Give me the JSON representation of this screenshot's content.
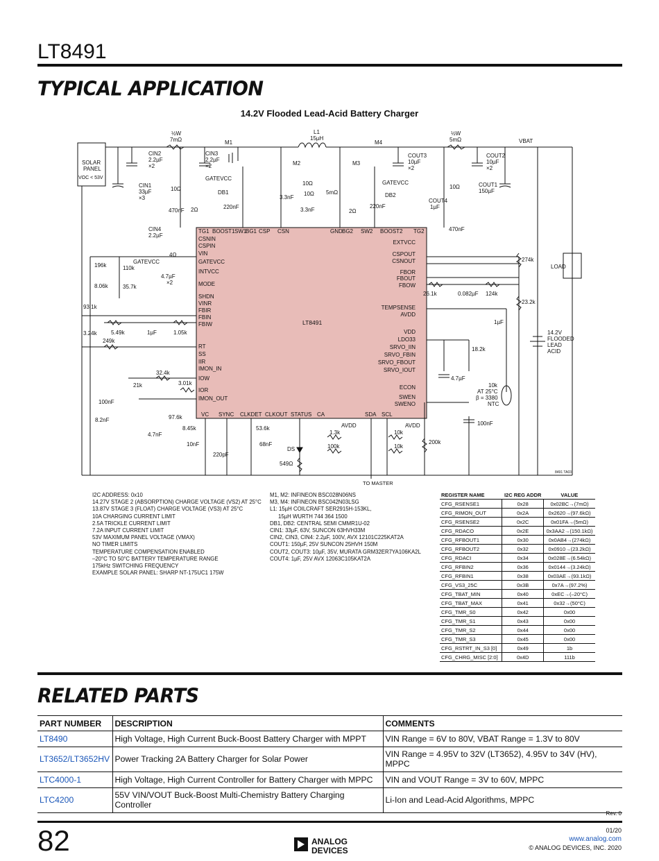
{
  "header": {
    "part": "LT8491"
  },
  "section_typical": "TYPICAL APPLICATION",
  "schematic": {
    "title": "14.2V Flooded Lead-Acid Battery Charger",
    "ic_name": "LT8491",
    "fig_id": "8491 TA03",
    "left_pins": [
      "TG1",
      "BOOST1",
      "SW1",
      "BG1",
      "CSP",
      "CSN",
      "CSNIN",
      "CSPIN",
      "VIN",
      "GATEVCC",
      "INTVCC",
      "MODE",
      "SHDN",
      "VINR",
      "FBIR",
      "FBIN",
      "FBIW",
      "RT",
      "SS",
      "IIR",
      "IMON_IN",
      "IOW",
      "IOR",
      "IMON_OUT"
    ],
    "right_pins": [
      "GND",
      "BG2",
      "SW2",
      "BOOST2",
      "TG2",
      "EXTVCC",
      "CSPOUT",
      "CSNOUT",
      "FBOR",
      "FBOUT",
      "FBOW",
      "TEMPSENSE",
      "AVDD",
      "VDD",
      "LDO33",
      "SRVO_IIN",
      "SRVO_FBIN",
      "SRVO_FBOUT",
      "SRVO_IOUT",
      "ECON",
      "SWEN",
      "SWENO"
    ],
    "bottom_pins": [
      "VC",
      "SYNC",
      "CLKDET",
      "CLKOUT",
      "STATUS",
      "CA",
      "SDA",
      "SCL"
    ],
    "labels": {
      "solar": [
        "SOLAR",
        "PANEL",
        "VOC < 53V"
      ],
      "r_in": [
        "½W",
        "7mΩ"
      ],
      "m1": "M1",
      "m2": "M2",
      "m3": "M3",
      "m4": "M4",
      "l1": [
        "L1",
        "15µH"
      ],
      "r_out": [
        "½W",
        "5mΩ"
      ],
      "vbat": "VBAT",
      "cin2": [
        "CIN2",
        "2.2µF",
        "×2"
      ],
      "cin1": [
        "CIN1",
        "33µF",
        "×3"
      ],
      "cin3": [
        "CIN3",
        "2.2µF",
        "×2"
      ],
      "cin4": [
        "CIN4",
        "2.2µF"
      ],
      "cout3": [
        "COUT3",
        "10µF",
        "×2"
      ],
      "cout2": [
        "COUT2",
        "10µF",
        "×2"
      ],
      "cout1": [
        "COUT1",
        "150µF"
      ],
      "cout4": [
        "COUT4",
        "1µF"
      ],
      "gatevcc": "GATEVCC",
      "db1": "DB1",
      "db2": "DB2",
      "load": "LOAD",
      "battery": [
        "14.2V",
        "FLOODED",
        "LEAD",
        "ACID"
      ],
      "ntc": [
        "10k",
        "AT 25°C",
        "β = 3380",
        "NTC"
      ],
      "to_master": "TO MASTER",
      "ds": "DS",
      "avdd": "AVDD"
    },
    "values": [
      "10Ω",
      "470nF",
      "2Ω",
      "220nF",
      "10Ω",
      "3.3nF",
      "10Ω",
      "3.3nF",
      "5mΩ",
      "2Ω",
      "220nF",
      "10Ω",
      "470nF",
      "4Ω",
      "196k",
      "110k",
      "8.06k",
      "35.7k",
      "4.7µF",
      "×2",
      "93.1k",
      "5.49k",
      "1µF",
      "1.05k",
      "3.24k",
      "249k",
      "32.4k",
      "3.01k",
      "21k",
      "100nF",
      "8.2nF",
      "97.6k",
      "4.7nF",
      "8.45k",
      "10nF",
      "220pF",
      "53.6k",
      "68nF",
      "1.3k",
      "100k",
      "549Ω",
      "10k",
      "10k",
      "200k",
      "274k",
      "26.1k",
      "0.082µF",
      "124k",
      "23.2k",
      "1µF",
      "18.2k",
      "4.7µF",
      "100nF"
    ]
  },
  "notes_left": [
    "I2C ADDRESS: 0x10",
    "14.27V STAGE 2 (ABSORPTION) CHARGE VOLTAGE (VS2) AT 25°C",
    "13.87V STAGE 3 (FLOAT) CHARGE VOLTAGE (VS3) AT 25°C",
    "10A CHARGING CURRENT LIMIT",
    "2.5A TRICKLE CURRENT LIMIT",
    "7.2A INPUT CURRENT LIMIT",
    "53V MAXIMUM PANEL VOLTAGE (VMAX)",
    "NO TIMER LIMITS",
    "TEMPERATURE COMPENSATION ENABLED",
    "–20°C TO 50°C BATTERY TEMPERATURE RANGE",
    "175kHz SWITCHING FREQUENCY",
    "EXAMPLE SOLAR PANEL: SHARP NT-175UC1 175W"
  ],
  "notes_mid": [
    "M1, M2: INFINEON BSC028N06NS",
    "M3, M4: INFINEON BSC042N03LSG",
    "L1: 15µH COILCRAFT SER2915H-153KL,",
    "15µH WURTH 744 364 1500",
    "DB1, DB2: CENTRAL SEMI CMMR1U-02",
    "CIN1: 33µF, 63V, SUNCON 63HVH33M",
    "CIN2, CIN3, CIN4: 2.2µF, 100V, AVX 12101C225KAT2A",
    "COUT1: 150µF, 25V SUNCON 25HVH 150M",
    "COUT2, COUT3: 10µF, 35V, MURATA GRM32ER7YA106KA2L",
    "COUT4: 1µF, 25V AVX 12063C105KAT2A"
  ],
  "register_table": {
    "headers": [
      "REGISTER NAME",
      "I2C REG ADDR",
      "VALUE"
    ],
    "rows": [
      [
        "CFG_RSENSE1",
        "0x28",
        "0x02BC→(7mΩ)"
      ],
      [
        "CFG_RIMON_OUT",
        "0x2A",
        "0x2620→(97.6kΩ)"
      ],
      [
        "CFG_RSENSE2",
        "0x2C",
        "0x01FA→(5mΩ)"
      ],
      [
        "CFG_RDACO",
        "0x2E",
        "0x3AA2→(150.1kΩ)"
      ],
      [
        "CFG_RFBOUT1",
        "0x30",
        "0x0AB4→(274kΩ)"
      ],
      [
        "CFG_RFBOUT2",
        "0x32",
        "0x0910→(23.2kΩ)"
      ],
      [
        "CFG_RDACI",
        "0x34",
        "0x028E→(6.54kΩ)"
      ],
      [
        "CFG_RFBIN2",
        "0x36",
        "0x0144→(3.24kΩ)"
      ],
      [
        "CFG_RFBIN1",
        "0x38",
        "0x03AE→(93.1kΩ)"
      ],
      [
        "CFG_VS3_25C",
        "0x3B",
        "0x7A→(97.2%)"
      ],
      [
        "CFG_TBAT_MIN",
        "0x40",
        "0xEC→(–20°C)"
      ],
      [
        "CFG_TBAT_MAX",
        "0x41",
        "0x32→(50°C)"
      ],
      [
        "CFG_TMR_S0",
        "0x42",
        "0x00"
      ],
      [
        "CFG_TMR_S1",
        "0x43",
        "0x00"
      ],
      [
        "CFG_TMR_S2",
        "0x44",
        "0x00"
      ],
      [
        "CFG_TMR_S3",
        "0x45",
        "0x00"
      ],
      [
        "CFG_RSTRT_IN_S3 [0]",
        "0x49",
        "1b"
      ],
      [
        "CFG_CHRG_MISC [2:0]",
        "0x4D",
        "111b"
      ]
    ]
  },
  "section_related": "RELATED PARTS",
  "related_parts": {
    "headers": [
      "PART NUMBER",
      "DESCRIPTION",
      "COMMENTS"
    ],
    "rows": [
      [
        "LT8490",
        "High Voltage, High Current Buck-Boost Battery Charger with MPPT",
        "VIN Range = 6V to 80V, VBAT Range = 1.3V to 80V"
      ],
      [
        "LT3652/LT3652HV",
        "Power Tracking 2A Battery Charger for Solar Power",
        "VIN Range = 4.95V to 32V (LT3652), 4.95V to 34V (HV), MPPC"
      ],
      [
        "LTC4000-1",
        "High Voltage, High Current Controller for Battery Charger with MPPC",
        "VIN and VOUT Range = 3V to 60V, MPPC"
      ],
      [
        "LTC4200",
        "55V VIN/VOUT Buck-Boost Multi-Chemistry Battery Charging Controller",
        "Li-Ion and Lead-Acid Algorithms, MPPC"
      ]
    ]
  },
  "footer": {
    "rev": "Rev. 0",
    "page": "82",
    "date": "01/20",
    "url": "www.analog.com",
    "copyright": "© ANALOG DEVICES, INC. 2020",
    "logo_text": [
      "ANALOG",
      "DEVICES"
    ]
  }
}
